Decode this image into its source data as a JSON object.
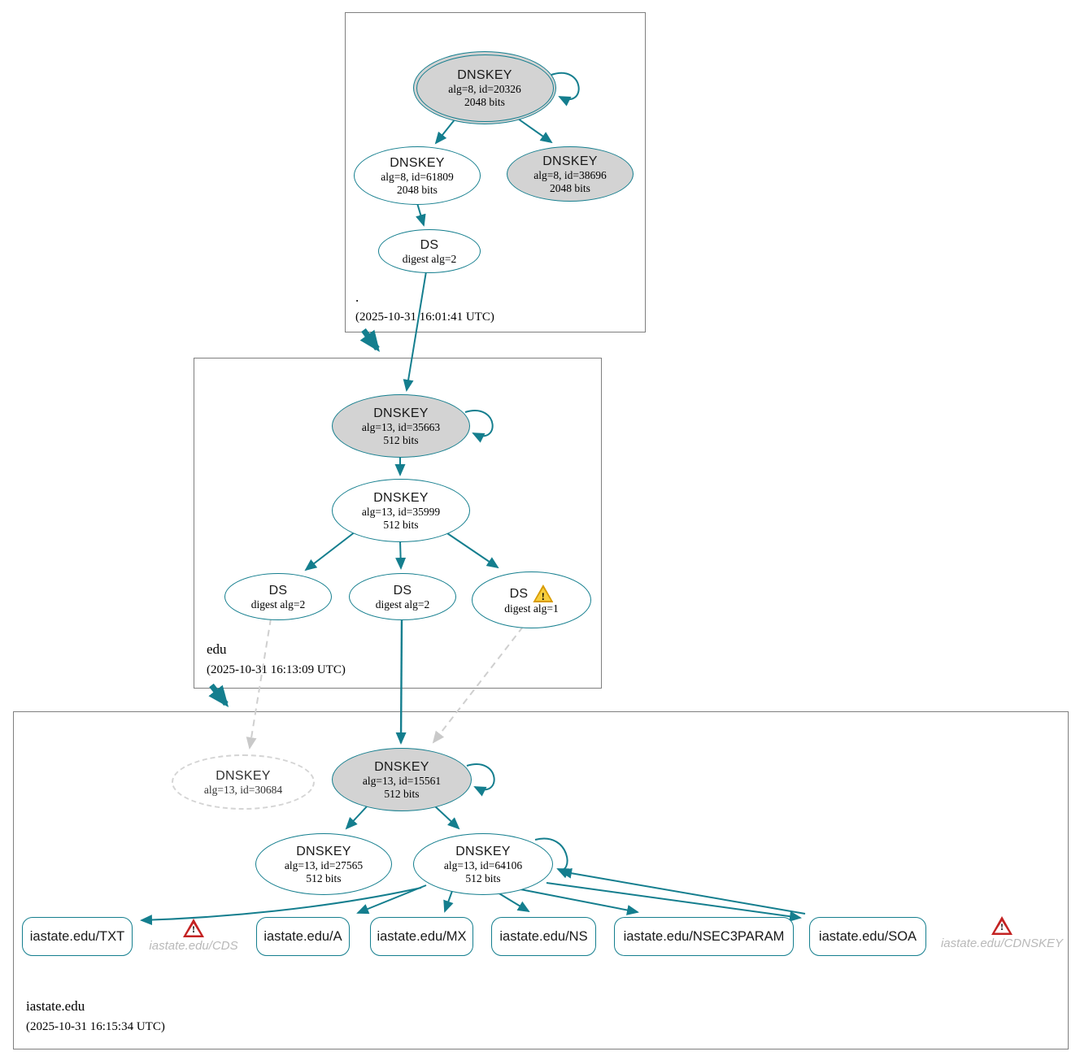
{
  "colors": {
    "secure_teal": "#147e8e",
    "key_fill_gray": "#d3d3d3",
    "missing_dash_gray": "#d4d4d4",
    "warning_gold": "#f7ce3e",
    "error_red": "#c32222"
  },
  "zones": {
    "root": {
      "label": ".",
      "timestamp": "(2025-10-31 16:01:41 UTC)"
    },
    "edu": {
      "label": "edu",
      "timestamp": "(2025-10-31 16:13:09 UTC)"
    },
    "iastate": {
      "label": "iastate.edu",
      "timestamp": "(2025-10-31 16:15:34 UTC)"
    }
  },
  "icons": {
    "warning_glyph": "!",
    "error_glyph": "!"
  },
  "nodes": {
    "root_ksk": {
      "title": "DNSKEY",
      "line1": "alg=8, id=20326",
      "line2": "2048 bits"
    },
    "root_zsk": {
      "title": "DNSKEY",
      "line1": "alg=8, id=61809",
      "line2": "2048 bits"
    },
    "root_key2": {
      "title": "DNSKEY",
      "line1": "alg=8, id=38696",
      "line2": "2048 bits"
    },
    "root_ds": {
      "title": "DS",
      "line1": "digest alg=2"
    },
    "edu_ksk": {
      "title": "DNSKEY",
      "line1": "alg=13, id=35663",
      "line2": "512 bits"
    },
    "edu_zsk": {
      "title": "DNSKEY",
      "line1": "alg=13, id=35999",
      "line2": "512 bits"
    },
    "edu_ds1": {
      "title": "DS",
      "line1": "digest alg=2"
    },
    "edu_ds2": {
      "title": "DS",
      "line1": "digest alg=2"
    },
    "edu_ds3": {
      "title": "DS",
      "line1": "digest alg=1"
    },
    "ia_key_missing": {
      "title": "DNSKEY",
      "line1": "alg=13, id=30684"
    },
    "ia_ksk": {
      "title": "DNSKEY",
      "line1": "alg=13, id=15561",
      "line2": "512 bits"
    },
    "ia_zsk1": {
      "title": "DNSKEY",
      "line1": "alg=13, id=27565",
      "line2": "512 bits"
    },
    "ia_zsk2": {
      "title": "DNSKEY",
      "line1": "alg=13, id=64106",
      "line2": "512 bits"
    },
    "rr_txt": {
      "label": "iastate.edu/TXT"
    },
    "rr_cds": {
      "label": "iastate.edu/CDS"
    },
    "rr_a": {
      "label": "iastate.edu/A"
    },
    "rr_mx": {
      "label": "iastate.edu/MX"
    },
    "rr_ns": {
      "label": "iastate.edu/NS"
    },
    "rr_nsec3param": {
      "label": "iastate.edu/NSEC3PARAM"
    },
    "rr_soa": {
      "label": "iastate.edu/SOA"
    },
    "rr_cdnskey": {
      "label": "iastate.edu/CDNSKEY"
    }
  }
}
